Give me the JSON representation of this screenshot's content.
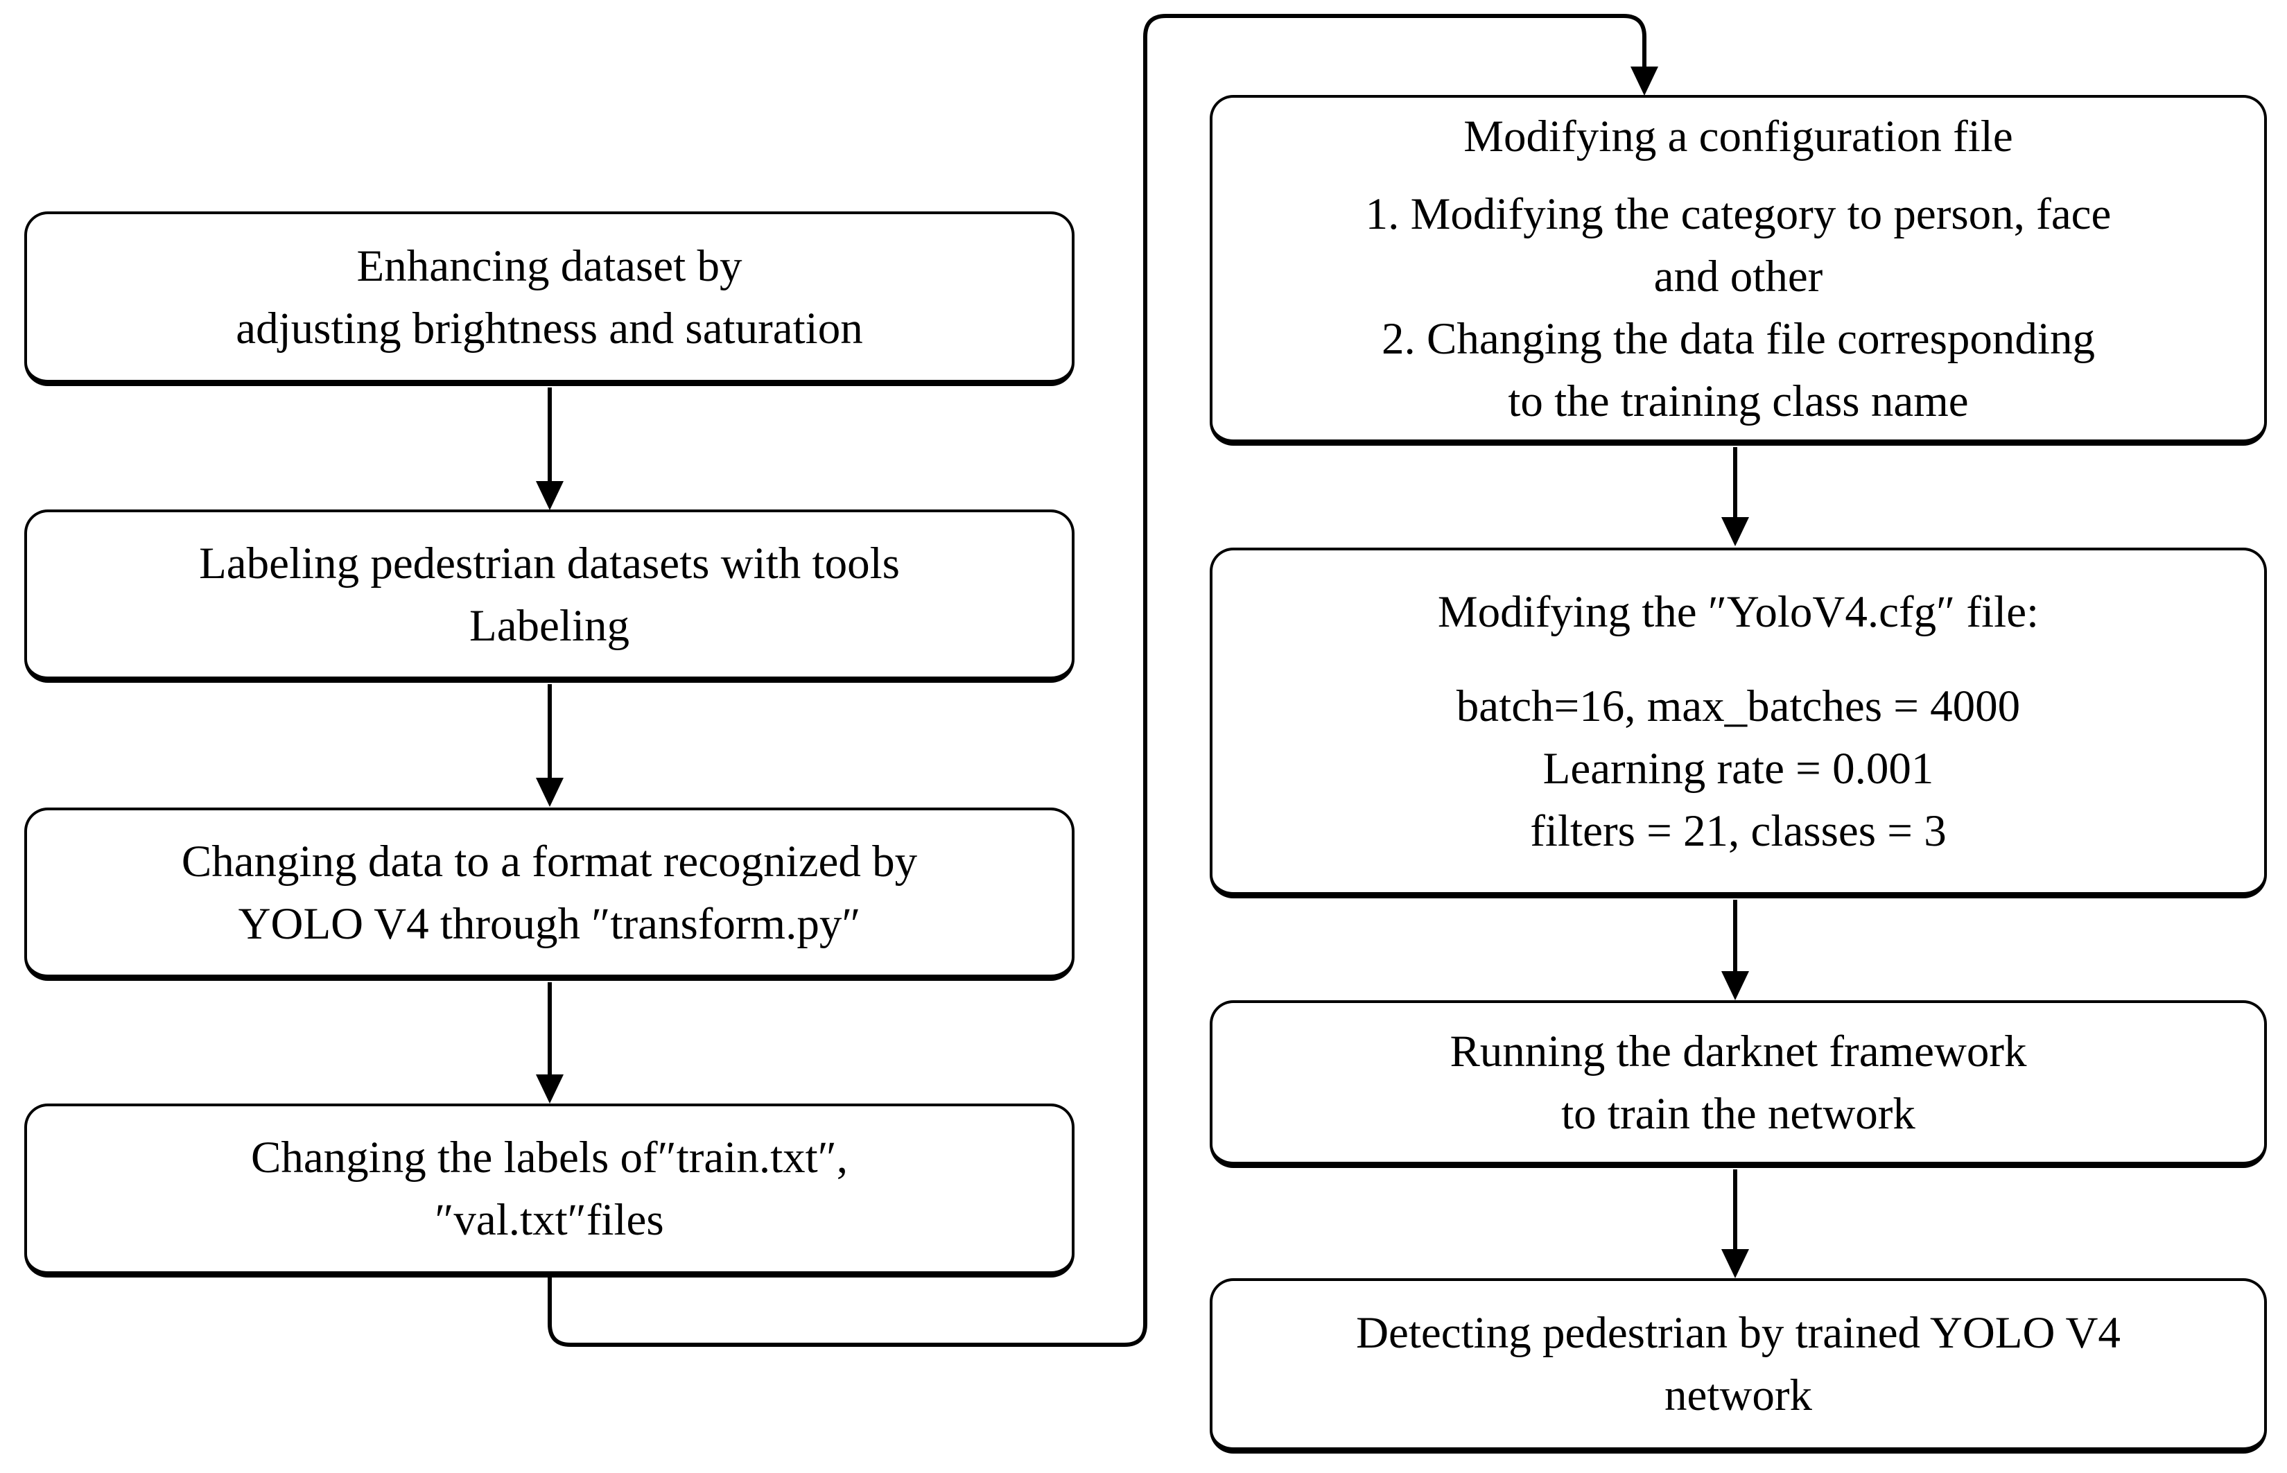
{
  "diagram": {
    "left": [
      {
        "id": "enhance-dataset",
        "lines": [
          "Enhancing dataset by",
          "adjusting brightness and saturation"
        ]
      },
      {
        "id": "labeling",
        "lines": [
          "Labeling pedestrian datasets with tools",
          "Labeling"
        ]
      },
      {
        "id": "transform-format",
        "lines": [
          "Changing data to a format recognized by",
          "YOLO V4 through ″transform.py″"
        ]
      },
      {
        "id": "change-labels",
        "lines": [
          "Changing the labels of″train.txt″,",
          "″val.txt″files"
        ]
      }
    ],
    "right": [
      {
        "id": "modify-config",
        "title": "Modifying a configuration file",
        "lines": [
          "1. Modifying the category to person, face",
          "and other",
          "2. Changing the data file corresponding",
          "to the training class name"
        ]
      },
      {
        "id": "modify-cfg-params",
        "title": "Modifying the ″YoloV4.cfg″ file:",
        "lines": [
          "batch=16, max_batches = 4000",
          "Learning rate = 0.001",
          "filters = 21, classes = 3"
        ]
      },
      {
        "id": "run-darknet",
        "lines": [
          "Running the darknet framework",
          "to train the network"
        ]
      },
      {
        "id": "detect-pedestrian",
        "lines": [
          "Detecting pedestrian by trained YOLO V4",
          "network"
        ]
      }
    ],
    "edges": [
      {
        "from": "enhance-dataset",
        "to": "labeling"
      },
      {
        "from": "labeling",
        "to": "transform-format"
      },
      {
        "from": "transform-format",
        "to": "change-labels"
      },
      {
        "from": "change-labels",
        "to": "modify-config"
      },
      {
        "from": "modify-config",
        "to": "modify-cfg-params"
      },
      {
        "from": "modify-cfg-params",
        "to": "run-darknet"
      },
      {
        "from": "run-darknet",
        "to": "detect-pedestrian"
      }
    ],
    "colors": {
      "stroke": "#000000",
      "background": "#ffffff"
    }
  }
}
